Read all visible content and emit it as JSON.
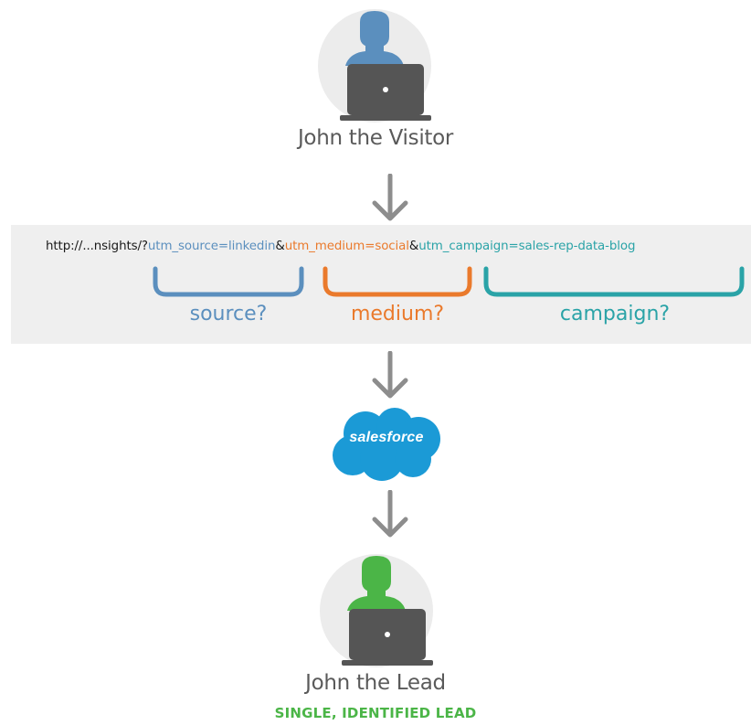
{
  "visitor": {
    "name": "John the Visitor",
    "icon": "person-at-laptop-icon",
    "color": "#5b8fbe"
  },
  "utm_url": {
    "base": "http://...nsights/?",
    "source_param": "utm_source=linkedin",
    "amp1": "&",
    "medium_param": "utm_medium=social",
    "amp2": "&",
    "campaign_param": "utm_campaign=sales-rep-data-blog"
  },
  "brackets": {
    "source": {
      "label": "source?",
      "color": "#5b8fbe"
    },
    "medium": {
      "label": "medium?",
      "color": "#ea7a2c"
    },
    "campaign": {
      "label": "campaign?",
      "color": "#2aa3a7"
    }
  },
  "salesforce": {
    "logo_text": "salesforce",
    "color": "#1b9ad6",
    "icon": "cloud-icon"
  },
  "lead": {
    "name": "John the Lead",
    "subtitle": "SINGLE, IDENTIFIED LEAD",
    "icon": "person-at-laptop-icon",
    "color": "#4bb547"
  },
  "arrows": {
    "icon": "arrow-down-icon",
    "color": "#8d8d8d"
  }
}
